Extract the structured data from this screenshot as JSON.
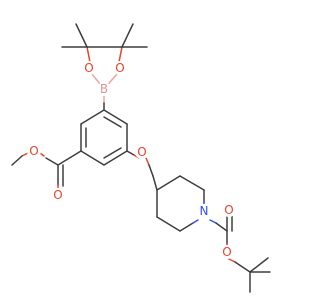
{
  "atoms": [
    {
      "id": "b1",
      "text": "B",
      "color": "#e89494"
    },
    {
      "id": "o1",
      "text": "O",
      "color": "#e8432a"
    },
    {
      "id": "o2",
      "text": "O",
      "color": "#e8432a"
    },
    {
      "id": "o3",
      "text": "O",
      "color": "#e8432a"
    },
    {
      "id": "o4",
      "text": "O",
      "color": "#e8432a"
    },
    {
      "id": "o5",
      "text": "O",
      "color": "#e8432a"
    },
    {
      "id": "o6",
      "text": "O",
      "color": "#e8432a"
    },
    {
      "id": "o7",
      "text": "O",
      "color": "#e8432a"
    },
    {
      "id": "n1",
      "text": "N",
      "color": "#3050f8"
    }
  ]
}
